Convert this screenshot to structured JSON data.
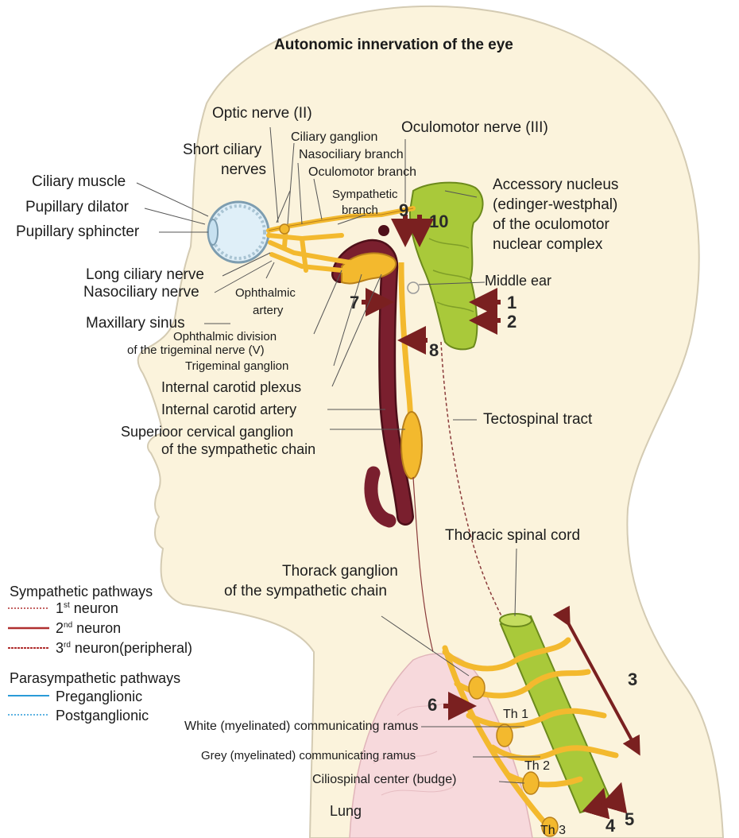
{
  "title": "Autonomic innervation of the eye",
  "labels": {
    "optic_nerve": "Optic nerve (II)",
    "short_ciliary_1": "Short ciliary",
    "short_ciliary_2": "nerves",
    "ciliary_ganglion": "Ciliary ganglion",
    "nasociliary_branch": "Nasociliary branch",
    "oculomotor_branch": "Oculomotor branch",
    "sympathetic_branch_1": "Sympathetic",
    "sympathetic_branch_2": "branch",
    "oculomotor_nerve": "Oculomotor nerve (III)",
    "accessory_1": "Accessory nucleus",
    "accessory_2": "(edinger-westphal)",
    "accessory_3": "of the oculomotor",
    "accessory_4": "nuclear complex",
    "ciliary_muscle": "Ciliary muscle",
    "pupillary_dilator": "Pupillary dilator",
    "pupillary_sphincter": "Pupillary sphincter",
    "long_ciliary": "Long ciliary nerve",
    "nasociliary_nerve": "Nasociliary nerve",
    "ophthalmic_artery_1": "Ophthalmic",
    "ophthalmic_artery_2": "artery",
    "middle_ear": "Middle ear",
    "maxillary_sinus": "Maxillary sinus",
    "ophthalmic_division_1": "Ophthalmic division",
    "ophthalmic_division_2": "of the trigeminal nerve (V)",
    "trigeminal_ganglion": "Trigeminal ganglion",
    "internal_carotid_plexus": "Internal carotid plexus",
    "internal_carotid_artery": "Internal carotid artery",
    "superior_cervical_1": "Superioor cervical ganglion",
    "superior_cervical_2": "of the sympathetic chain",
    "tectospinal": "Tectospinal tract",
    "thoracic_spinal_cord": "Thoracic spinal cord",
    "thorack_ganglion_1": "Thorack ganglion",
    "thorack_ganglion_2": "of the sympathetic chain",
    "white_ramus": "White (myelinated) communicating ramus",
    "grey_ramus": "Grey (myelinated) communicating ramus",
    "ciliospinal": "Ciliospinal center (budge)",
    "lung": "Lung",
    "th1": "Th 1",
    "th2": "Th 2",
    "th3": "Th 3"
  },
  "numbers": {
    "n1": "1",
    "n2": "2",
    "n3": "3",
    "n4": "4",
    "n5": "5",
    "n6": "6",
    "n7": "7",
    "n8": "8",
    "n9": "9",
    "n10": "10"
  },
  "legend": {
    "sympathetic_title": "Sympathetic pathways",
    "first_neuron_ord": "1",
    "first_neuron_sup": "st",
    "first_neuron_text": " neuron",
    "second_neuron_ord": "2",
    "second_neuron_sup": "nd",
    "second_neuron_text": " neuron",
    "third_neuron_ord": "3",
    "third_neuron_sup": "rd",
    "third_neuron_text": " neuron(peripheral)",
    "parasympathetic_title": "Parasympathetic pathways",
    "preganglionic": "Preganglionic",
    "postganglionic": "Postganglionic"
  },
  "colors": {
    "skin": "#fbf3dc",
    "outline": "#cfc6b0",
    "nerve": "#f3b92e",
    "nerve_edge": "#b9801a",
    "artery": "#7a1f2e",
    "artery_edge": "#4e0f19",
    "brainstem": "#a9c93a",
    "brainstem_edge": "#6c8a1c",
    "arrow": "#7a2020",
    "lung": "#f7d9dc",
    "eye": "#dfeff8",
    "parasympathetic": "#2a9bd8"
  }
}
